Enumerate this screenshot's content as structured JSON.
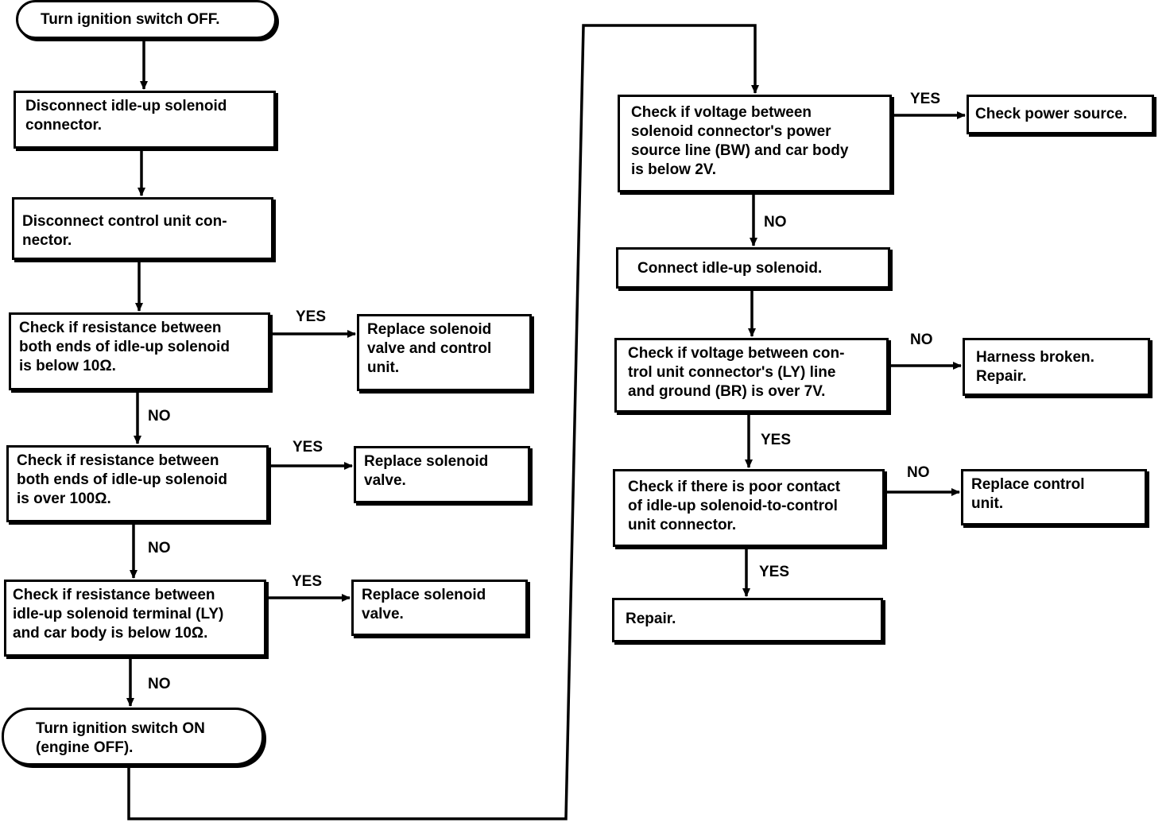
{
  "nodes": {
    "start": "Turn ignition switch OFF.",
    "disconnect_solenoid": "Disconnect idle-up solenoid\nconnector.",
    "disconnect_control": "Disconnect control unit con-\nnector.",
    "check_res_below_10": "Check if resistance between\nboth ends of idle-up solenoid\nis below 10Ω.",
    "replace_valve_and_unit": "Replace solenoid\nvalve and control\nunit.",
    "check_res_over_100": "Check if resistance between\nboth ends of idle-up solenoid\nis over 100Ω.",
    "replace_valve_1": "Replace solenoid\nvalve.",
    "check_res_terminal": "Check if resistance between\nidle-up solenoid terminal (LY)\nand car body is below 10Ω.",
    "replace_valve_2": "Replace solenoid\nvalve.",
    "ignition_on": "Turn ignition switch ON\n(engine OFF).",
    "check_voltage_bw": "Check if voltage between\nsolenoid connector's power\nsource line (BW) and car body\nis below 2V.",
    "check_power": "Check power source.",
    "connect_solenoid": "Connect idle-up solenoid.",
    "check_voltage_ly": "Check if voltage between con-\ntrol unit connector's (LY) line\nand ground (BR) is over 7V.",
    "harness_broken": "Harness broken.\nRepair.",
    "check_poor_contact": "Check if there is poor contact\nof idle-up solenoid-to-control\nunit connector.",
    "replace_control_unit": "Replace control\nunit.",
    "repair": "Repair."
  },
  "edge_labels": {
    "r1_yes": "YES",
    "r1_no": "NO",
    "r2_yes": "YES",
    "r2_no": "NO",
    "r3_yes": "YES",
    "r3_no": "NO",
    "v1_yes": "YES",
    "v1_no": "NO",
    "v2_no": "NO",
    "v2_yes": "YES",
    "pc_no": "NO",
    "pc_yes": "YES"
  }
}
